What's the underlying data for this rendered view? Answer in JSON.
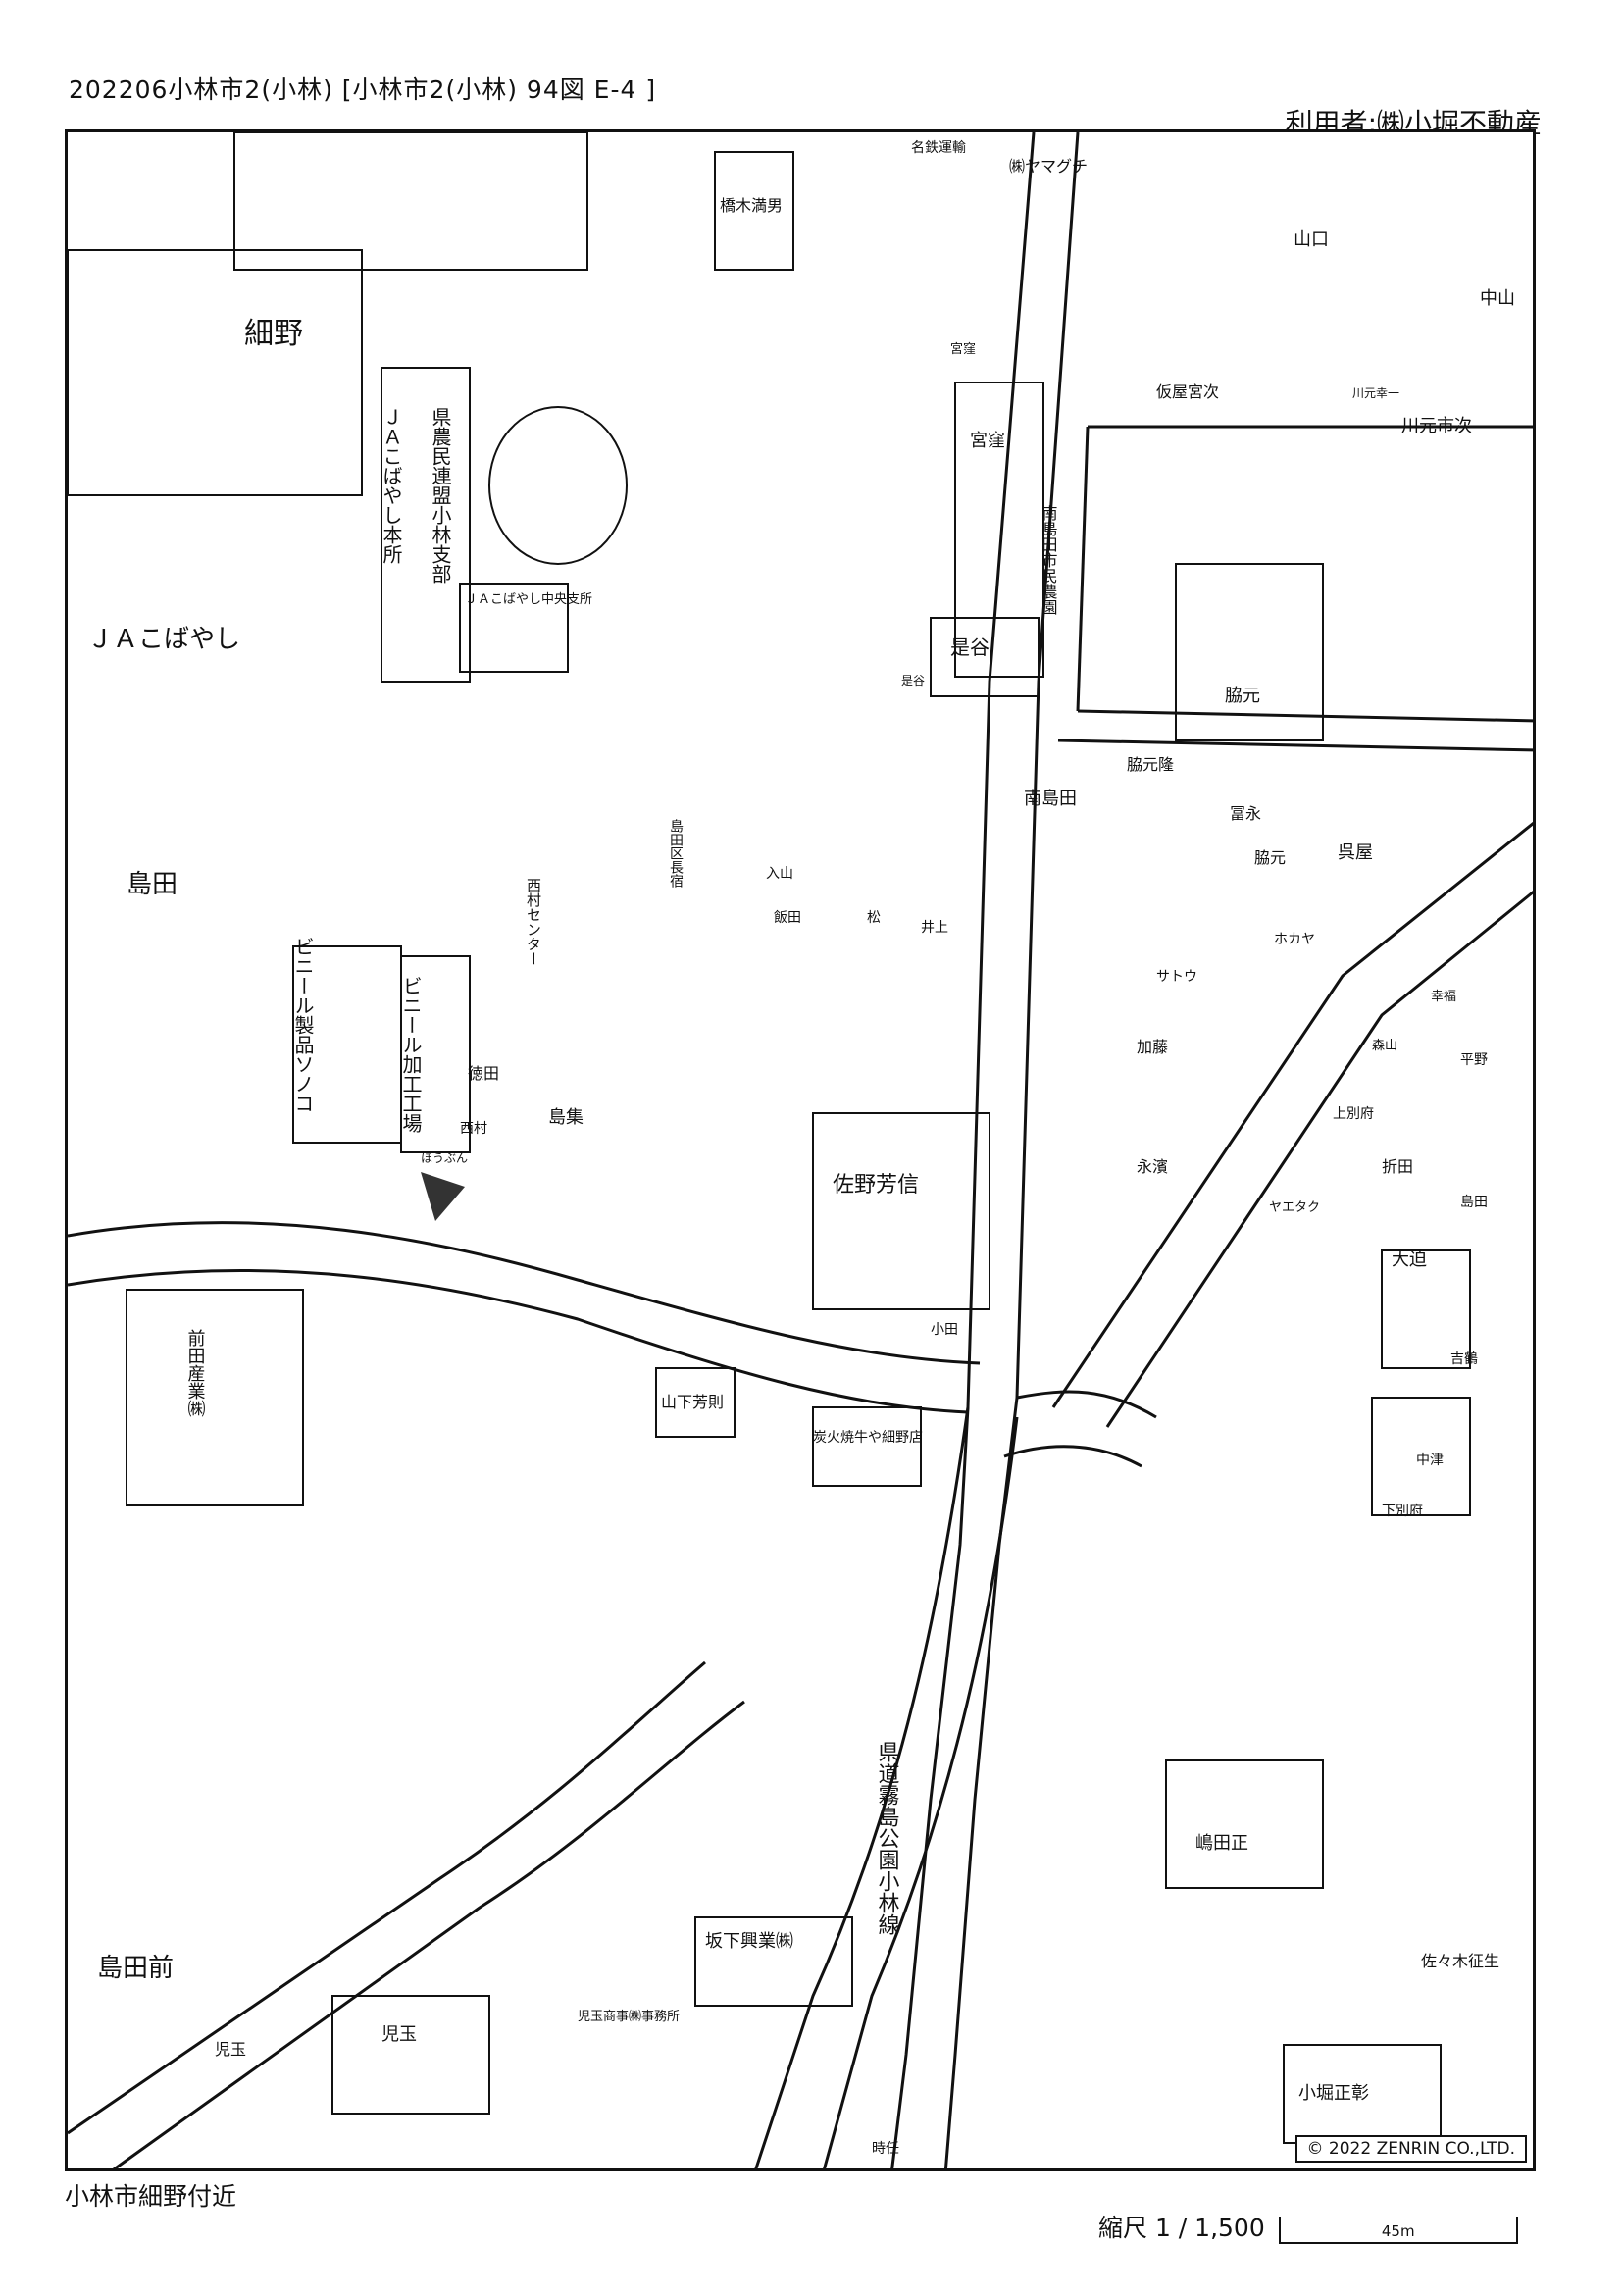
{
  "header": {
    "title": "202206小林市2(小林) [小林市2(小林) 94図 E-4 ]",
    "user": "利用者:㈱小堀不動産"
  },
  "map": {
    "copyright": "© 2022 ZENRIN CO.,LTD.",
    "labels": {
      "area_hosono": "細野",
      "area_shimada": "島田",
      "area_shimadamae": "島田前",
      "ja_kobayashi": "ＪＡこばやし",
      "ja_honten": "ＪＡこばやし本所",
      "ja_kennouminren": "県農民連盟小林支部",
      "ja_center": "ＪＡこばやし中央支所",
      "hashimoto": "橋木満男",
      "myouken": "名鉄運輸",
      "yamaguchi": "㈱ヤマグチ",
      "yamaguchi2": "山口",
      "nakayama": "中山",
      "miyakubo": "宮窪",
      "miyakubo_small": "宮窪",
      "kariya": "仮屋宮次",
      "kawamoto_small": "川元幸一",
      "kawamoto": "川元市次",
      "wakimoto": "脇元",
      "minami_shimada_park": "南島田市民農園",
      "bus_stop_minami_shimada": "南島田",
      "zegatani": "是谷",
      "zegatani_small": "是谷",
      "shimada_residence": "島田区長宿",
      "nishimura_center": "西村センター",
      "iriyama": "入山",
      "iida": "飯田",
      "matsu": "松",
      "inoue": "井上",
      "vinyl_factory": "ビニール加工工場",
      "vinyl_seihin": "ビニール製品ソノコ",
      "tokuda": "徳田",
      "nishimura": "西村",
      "shimashu": "島集",
      "sano": "佐野芳信",
      "oda": "小田",
      "wakimoto_takashi": "脇元隆",
      "tomi": "冨永",
      "wakimoto2": "脇元",
      "kureya": "呉屋",
      "hokaya": "ホカヤ",
      "satou": "サトウ",
      "katou": "加藤",
      "maeda_sangyou": "前田産業㈱",
      "yamashita": "山下芳則",
      "sumibiyaki": "炭火焼牛や細野店",
      "nagahama": "永濱",
      "yaetaku": "ヤエタク",
      "kamibeppu": "上別府",
      "orita": "折田",
      "oosako": "大迫",
      "yoshitsuru": "吉鶴",
      "nakatsu": "中津",
      "shimobeppu": "下別府",
      "shimada_tadashi": "嶋田正",
      "sakashita": "坂下興業㈱",
      "kodama_office": "児玉商事㈱事務所",
      "kodama": "児玉",
      "kodama2": "児玉",
      "route_name": "県道霧島公園小林線",
      "kohori": "小堀正彰",
      "sasaki": "佐々木征生",
      "tokiwa": "時任",
      "shimada_kaori": "島田",
      "heino": "平野",
      "koufuku": "幸福",
      "moriyama": "森山",
      "houbun": "ほうぶん"
    }
  },
  "footer": {
    "caption": "小林市細野付近",
    "scale": "縮尺 1 / 1,500",
    "scale_bar": "45m"
  }
}
